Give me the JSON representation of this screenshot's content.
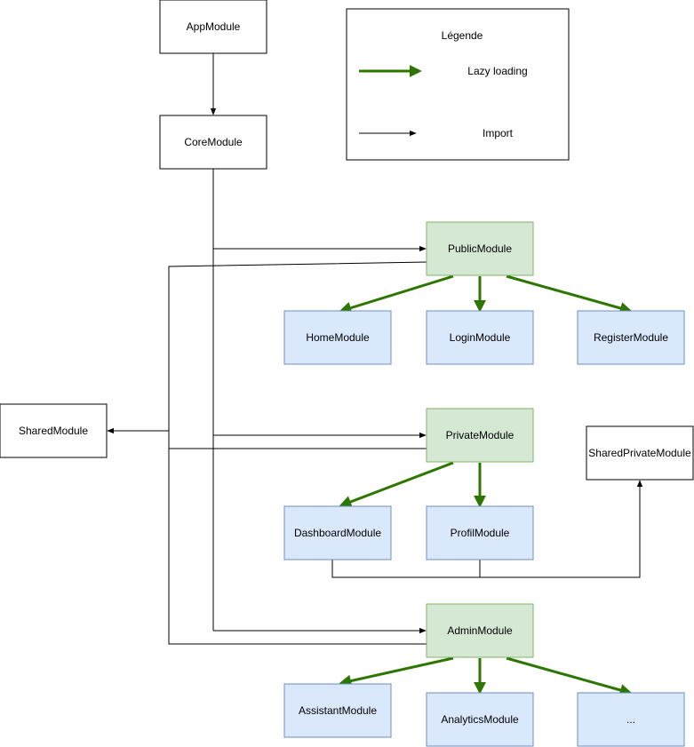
{
  "legend": {
    "title": "Légende",
    "lazy_label": "Lazy loading",
    "import_label": "Import"
  },
  "colors": {
    "lazy_arrow": "#2D7600",
    "green_fill": "#D5E8D4",
    "green_stroke": "#82B366",
    "blue_fill": "#DAE8FC",
    "blue_stroke": "#6C8EBF",
    "plain_fill": "#FFFFFF",
    "plain_stroke": "#000000"
  },
  "nodes": {
    "app": {
      "label": "AppModule",
      "style": "plain"
    },
    "core": {
      "label": "CoreModule",
      "style": "plain"
    },
    "public": {
      "label": "PublicModule",
      "style": "green"
    },
    "home": {
      "label": "HomeModule",
      "style": "blue"
    },
    "login": {
      "label": "LoginModule",
      "style": "blue"
    },
    "register": {
      "label": "RegisterModule",
      "style": "blue"
    },
    "shared": {
      "label": "SharedModule",
      "style": "plain"
    },
    "private": {
      "label": "PrivateModule",
      "style": "green"
    },
    "shared_private": {
      "label": "SharedPrivateModule",
      "style": "plain"
    },
    "dashboard": {
      "label": "DashboardModule",
      "style": "blue"
    },
    "profil": {
      "label": "ProfilModule",
      "style": "blue"
    },
    "admin": {
      "label": "AdminModule",
      "style": "green"
    },
    "assistant": {
      "label": "AssistantModule",
      "style": "blue"
    },
    "analytics": {
      "label": "AnalyticsModule",
      "style": "blue"
    },
    "more": {
      "label": "...",
      "style": "blue"
    }
  },
  "edges": [
    {
      "from": "app",
      "to": "core",
      "type": "import"
    },
    {
      "from": "core",
      "to": "public",
      "type": "import"
    },
    {
      "from": "core",
      "to": "private",
      "type": "import"
    },
    {
      "from": "core",
      "to": "admin",
      "type": "import"
    },
    {
      "from": "public",
      "to": "shared",
      "type": "import"
    },
    {
      "from": "private",
      "to": "shared",
      "type": "import"
    },
    {
      "from": "admin",
      "to": "shared",
      "type": "import"
    },
    {
      "from": "dashboard",
      "to": "shared_private",
      "type": "import"
    },
    {
      "from": "profil",
      "to": "shared_private",
      "type": "import"
    },
    {
      "from": "public",
      "to": "home",
      "type": "lazy"
    },
    {
      "from": "public",
      "to": "login",
      "type": "lazy"
    },
    {
      "from": "public",
      "to": "register",
      "type": "lazy"
    },
    {
      "from": "private",
      "to": "dashboard",
      "type": "lazy"
    },
    {
      "from": "private",
      "to": "profil",
      "type": "lazy"
    },
    {
      "from": "admin",
      "to": "assistant",
      "type": "lazy"
    },
    {
      "from": "admin",
      "to": "analytics",
      "type": "lazy"
    },
    {
      "from": "admin",
      "to": "more",
      "type": "lazy"
    }
  ]
}
